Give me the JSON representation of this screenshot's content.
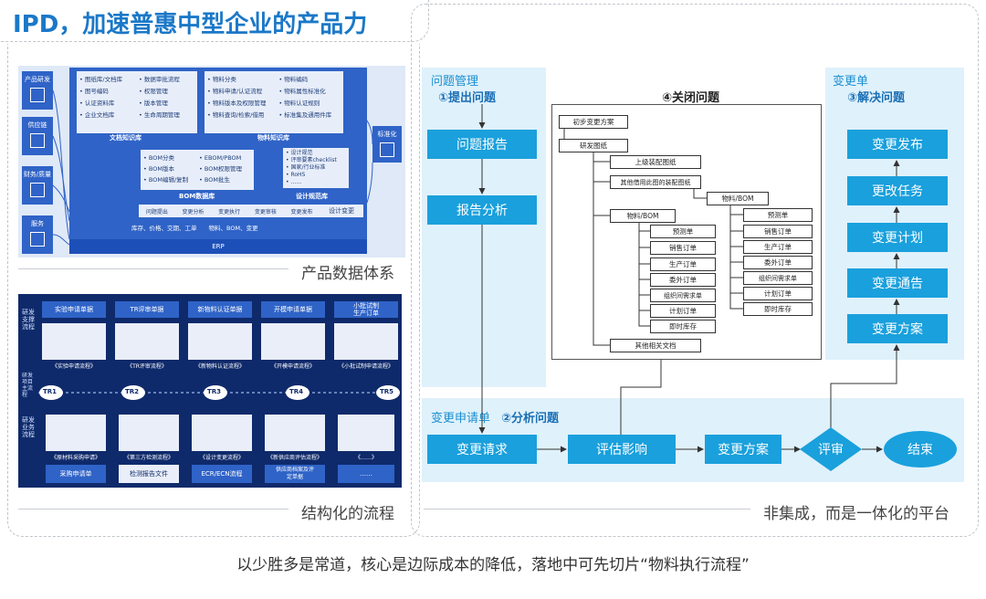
{
  "header": {
    "title": "IPD，加速普惠中型企业的产品力"
  },
  "left_top": {
    "caption": "产品数据体系",
    "left_boxes": [
      "产品研发",
      "供应链",
      "财务/质量",
      "服务"
    ],
    "right_box": "标准化",
    "doc_lib": {
      "title": "文档知识库",
      "col1": [
        "图纸库/文档库",
        "图号编码",
        "认证资料库",
        "企业文档库"
      ],
      "col2": [
        "数据审批流程",
        "权限管理",
        "版本管理",
        "生命周期管理"
      ]
    },
    "mat_lib": {
      "title": "物料知识库",
      "col1": [
        "物料分类",
        "物料申请/认证流程",
        "物料版本及权限管理",
        "物料查询/检索/借用"
      ],
      "col2": [
        "物料编码",
        "物料属性标准化",
        "物料认证规则",
        "标准集及通用件库"
      ]
    },
    "bom_lib": {
      "title": "BOM数据库",
      "col1": [
        "BOM分类",
        "BOM版本",
        "BOM编辑/复制"
      ],
      "col2": [
        "EBOM/PBOM",
        "BOM权限管理",
        "BOM批生"
      ]
    },
    "spec_lib": {
      "title": "设计规范库",
      "items": [
        "设计规范",
        "评审要素checklist",
        "国家/行业标准",
        "RoHS",
        "……"
      ]
    },
    "change_row": [
      "问题提出",
      "变更分析",
      "变更执行",
      "变更审核",
      "变更发布"
    ],
    "change_label": "设计变更",
    "bottom_text": "库存、价格、交期、工单　　物料、BOM、变更",
    "erp": "ERP"
  },
  "left_bottom": {
    "caption": "结构化的流程",
    "top_titles": [
      "实验申请单据",
      "TR评审单据",
      "新物料认证单据",
      "开模申请单据",
      "小批试制\n生产订单"
    ],
    "top_caps": [
      "《实验申请流程》",
      "《TR评审流程》",
      "《新物料认证流程》",
      "《开模申请流程》",
      "《小批试制申请流程》"
    ],
    "row_labels": [
      "研发支撑流程",
      "研发项目主流程",
      "研发业务流程"
    ],
    "tr": [
      "TR1",
      "TR2",
      "TR3",
      "TR4",
      "TR5"
    ],
    "bot_caps": [
      "《原材料采购申请》",
      "《第三方检测流程》",
      "《设计变更流程》",
      "《新供应商评估流程》",
      "《……》"
    ],
    "bot_titles": [
      "采购申请单",
      "检测报告文件",
      "ECR/ECN流程",
      "供应商档案及评\n定单据",
      "……"
    ]
  },
  "right": {
    "caption": "非集成，而是一体化的平台",
    "issue_mgmt": "问题管理",
    "step1": "①提出问题",
    "step4": "④关闭问题",
    "change_order": "变更单",
    "step3": "③解决问题",
    "change_request": "变更申请单",
    "step2": "②分析问题",
    "left_btns": [
      "问题报告",
      "报告分析"
    ],
    "right_btns": [
      "变更发布",
      "更改任务",
      "变更计划",
      "变更通告",
      "变更方案"
    ],
    "bottom_flow": [
      "变更请求",
      "评估影响",
      "变更方案",
      "评审",
      "结束"
    ],
    "tree": {
      "root": "初步变更方案",
      "n1": "研发图纸",
      "n1_children": [
        "上级装配图纸",
        "其他借用此图的装配图纸",
        "物料/BOM",
        "其他相关文档"
      ],
      "mat_right": "物料/BOM",
      "docs": [
        "预测单",
        "销售订单",
        "生产订单",
        "委外订单",
        "组织间需求单",
        "计划订单",
        "即时库存"
      ]
    }
  },
  "footer": {
    "text": "以少胜多是常道，核心是边际成本的降低，落地中可先切片“物料执行流程”"
  },
  "colors": {
    "title": "#1b78c8",
    "panel_blue": "#2f63c7",
    "dark_navy": "#0f2a6b",
    "cyan": "#1aa0dc",
    "light_bg": "#dff1fb"
  }
}
